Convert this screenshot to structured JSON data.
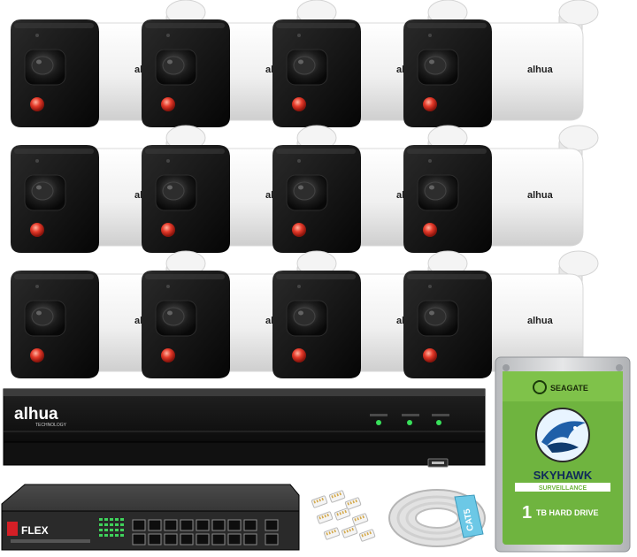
{
  "cameras": {
    "brand_label": "alhua",
    "rows": 3,
    "cols": 4
  },
  "nvr": {
    "brand_label": "alhua",
    "brand_sub": "TECHNOLOGY"
  },
  "switch": {
    "brand_label": "FLEX"
  },
  "cable": {
    "label": "CAT5"
  },
  "hdd": {
    "brand": "SEAGATE",
    "product": "SKYHAWK",
    "subtitle": "SURVEILLANCE",
    "capacity_number": "1",
    "capacity_label": "TB HARD DRIVE"
  },
  "colors": {
    "camera_body": "#f2f2f2",
    "camera_face": "#111111",
    "led_red": "#e53a2a",
    "nvr_body": "#1b1b1b",
    "nvr_led": "#38e05a",
    "hdd_green": "#6fb43f",
    "hdd_silver": "#c9cbcd",
    "flex_red": "#d41f26"
  }
}
